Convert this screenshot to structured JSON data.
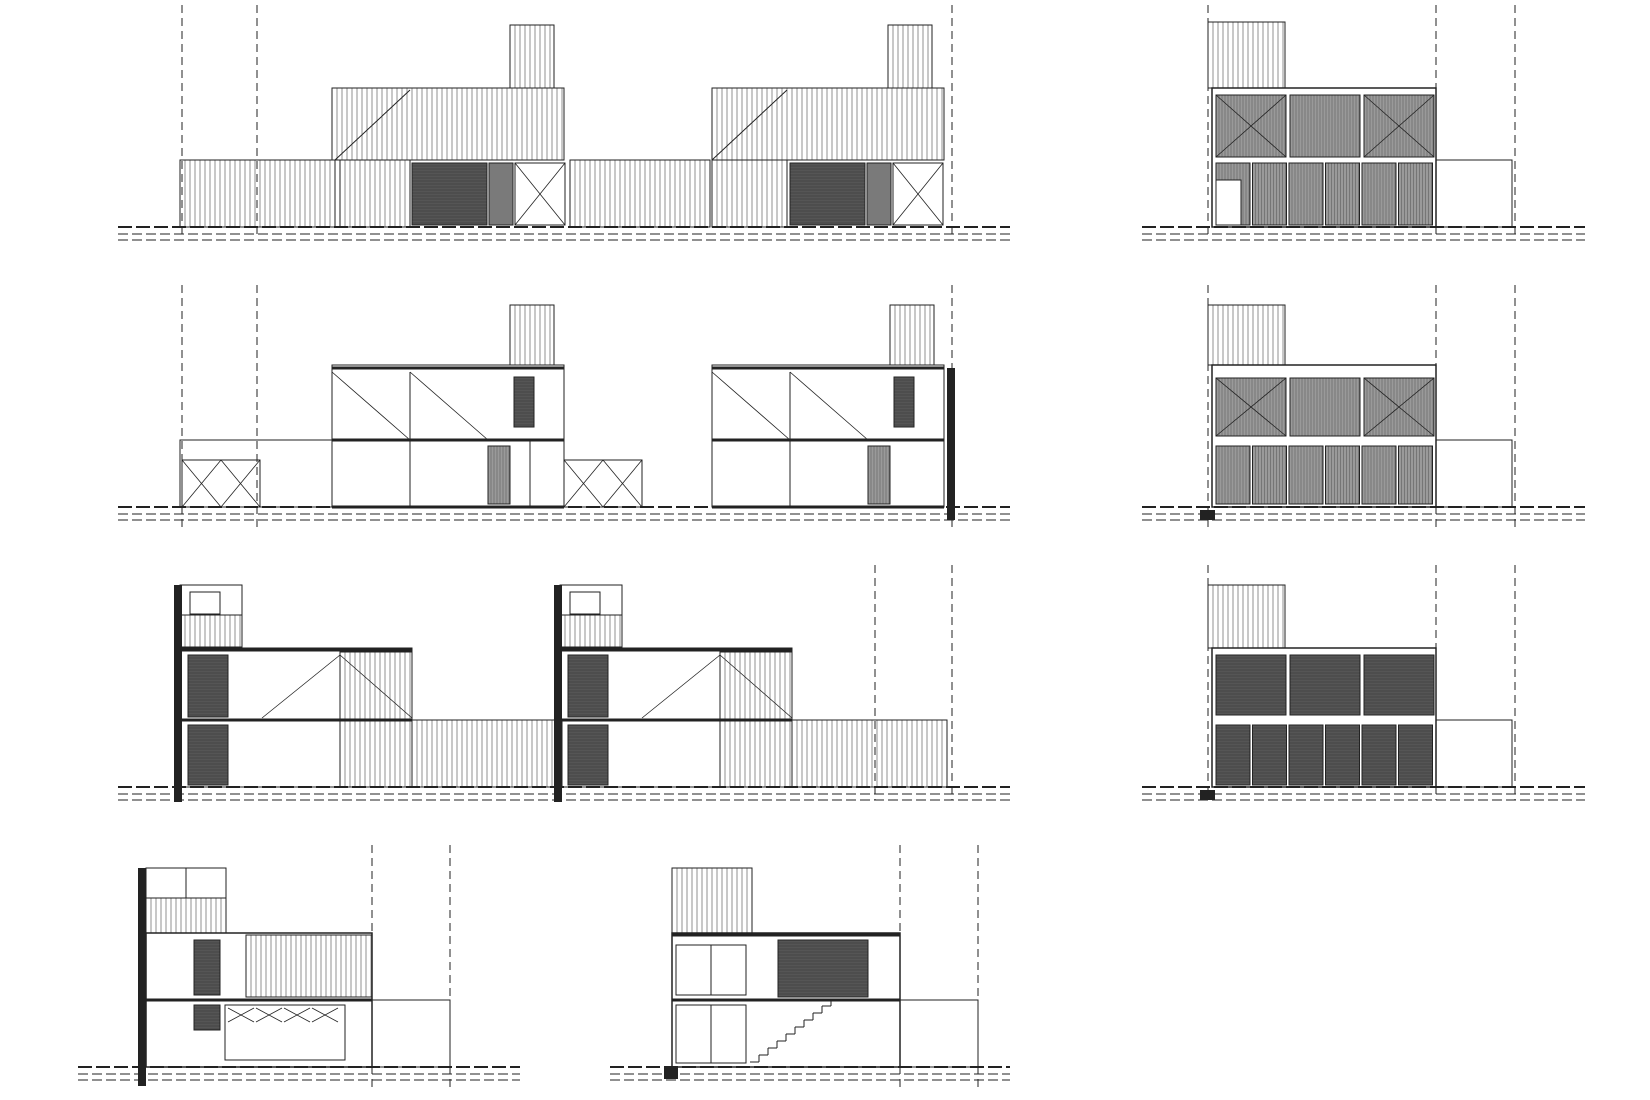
{
  "sheet": {
    "background": "#ffffff",
    "line_color": "#222222",
    "panel_fill": "#555555",
    "drawing_count": 8
  },
  "drawings": [
    {
      "kind": "front-elevation-pair"
    },
    {
      "kind": "side-elevation"
    },
    {
      "kind": "longitudinal-section-pair"
    },
    {
      "kind": "cross-section"
    },
    {
      "kind": "rear-elevation-pair"
    },
    {
      "kind": "side-elevation-panels"
    },
    {
      "kind": "cross-section-interior"
    },
    {
      "kind": "cross-section-stair"
    }
  ]
}
